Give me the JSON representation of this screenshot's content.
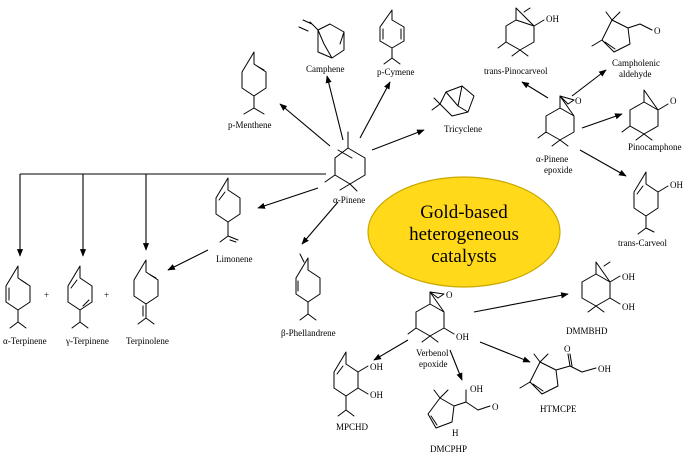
{
  "center": {
    "lines": [
      "Gold-based",
      "heterogeneous",
      "catalysts"
    ],
    "fill": "#FFD91A",
    "stroke": "#C9A800"
  },
  "plus_sign": "+",
  "atoms": {
    "oxygen": "O",
    "hydroxyl": "OH",
    "hydrogen": "H"
  },
  "compounds": {
    "camphene": "Camphene",
    "p_cymene": "p-Cymene",
    "p_menthene": "p-Menthene",
    "tricyclene": "Tricyclene",
    "alpha_pinene": "α-Pinene",
    "trans_pinocarveol": "trans-Pinocarveol",
    "campholenic_line1": "Campholenic",
    "campholenic_line2": "aldehyde",
    "alpha_pinene_epoxide_line1": "α-Pinene",
    "alpha_pinene_epoxide_line2": "epoxide",
    "pinocamphone": "Pinocamphone",
    "trans_carveol": "trans-Carveol",
    "limonene": "Limonene",
    "beta_phellandrene": "β-Phellandrene",
    "alpha_terpinene": "α-Terpinene",
    "gamma_terpinene": "γ-Terpinene",
    "terpinolene": "Terpinolene",
    "verbenol_epoxide_line1": "Verbenol",
    "verbenol_epoxide_line2": "epoxide",
    "dmmbhd": "DMMBHD",
    "htmcpe": "HTMCPE",
    "mpchd": "MPCHD",
    "dmcphp": "DMCPHP"
  }
}
